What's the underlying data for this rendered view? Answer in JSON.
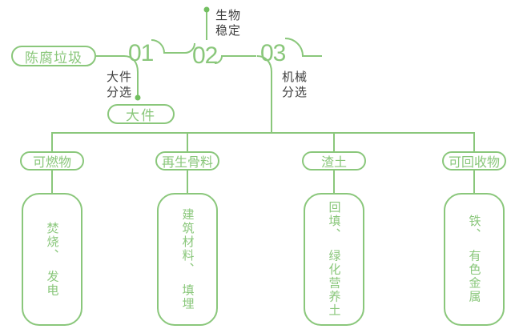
{
  "colors": {
    "line_green": "#8AC77B",
    "dot_green": "#72BF60",
    "label_dark": "#3E3E3E",
    "background": "#FFFFFF"
  },
  "root": {
    "label": "陈腐垃圾"
  },
  "steps": [
    {
      "number": "01",
      "label_line1": "大件",
      "label_line2": "分选",
      "output": "大件"
    },
    {
      "number": "02",
      "label_line1": "生物",
      "label_line2": "稳定"
    },
    {
      "number": "03",
      "label_line1": "机械",
      "label_line2": "分选"
    }
  ],
  "branches": [
    {
      "category": "可燃物",
      "result": "焚烧、　发电"
    },
    {
      "category": "再生骨料",
      "result": "建筑材料、　填埋"
    },
    {
      "category": "渣土",
      "result": "回填、　绿化营养土"
    },
    {
      "category": "可回收物",
      "result": "铁、　有色金属"
    }
  ]
}
